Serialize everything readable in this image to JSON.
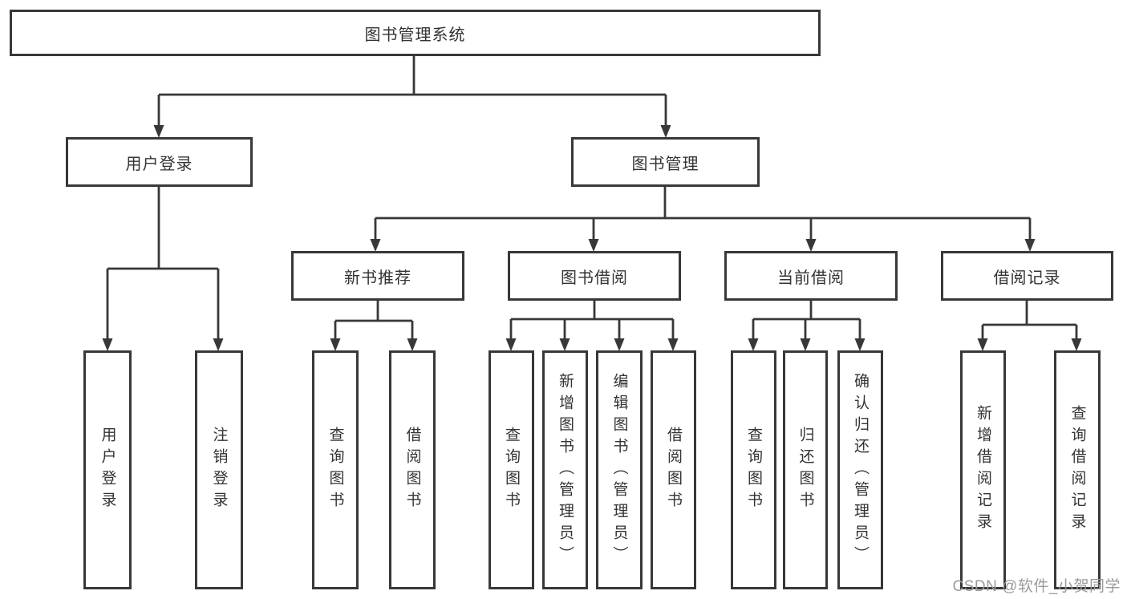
{
  "diagram": {
    "type": "hierarchy-tree",
    "background": "#ffffff",
    "line_color": "#383838",
    "box_border_color": "#383838",
    "text_color": "#333333",
    "watermark": {
      "text": "CSDN @软件_小贺同学",
      "color": "#9b9b9b"
    }
  },
  "nodes": {
    "root": {
      "label": "图书管理系统"
    },
    "user_login": {
      "label": "用户登录",
      "parent": "root"
    },
    "book_management": {
      "label": "图书管理",
      "parent": "root"
    },
    "new_book_recommend": {
      "label": "新书推荐",
      "parent": "book_management"
    },
    "book_borrowing": {
      "label": "图书借阅",
      "parent": "book_management"
    },
    "current_borrowing": {
      "label": "当前借阅",
      "parent": "book_management"
    },
    "borrowing_records": {
      "label": "借阅记录",
      "parent": "book_management"
    },
    "leaf_user_login": {
      "label": "用户登录",
      "parent": "user_login"
    },
    "leaf_logout": {
      "label": "注销登录",
      "parent": "user_login"
    },
    "leaf_nb_query_books": {
      "label": "查询图书",
      "parent": "new_book_recommend"
    },
    "leaf_nb_borrow_books": {
      "label": "借阅图书",
      "parent": "new_book_recommend"
    },
    "leaf_bb_query_books": {
      "label": "查询图书",
      "parent": "book_borrowing"
    },
    "leaf_bb_add_books": {
      "label": "新增图书（管理员）",
      "parent": "book_borrowing"
    },
    "leaf_bb_edit_books": {
      "label": "编辑图书（管理员）",
      "parent": "book_borrowing"
    },
    "leaf_bb_borrow_books": {
      "label": "借阅图书",
      "parent": "book_borrowing"
    },
    "leaf_cb_query_books": {
      "label": "查询图书",
      "parent": "current_borrowing"
    },
    "leaf_cb_return_books": {
      "label": "归还图书",
      "parent": "current_borrowing"
    },
    "leaf_cb_confirm_return": {
      "label": "确认归还（管理员）",
      "parent": "current_borrowing"
    },
    "leaf_br_add_record": {
      "label": "新增借阅记录",
      "parent": "borrowing_records"
    },
    "leaf_br_query_record": {
      "label": "查询借阅记录",
      "parent": "borrowing_records"
    }
  }
}
